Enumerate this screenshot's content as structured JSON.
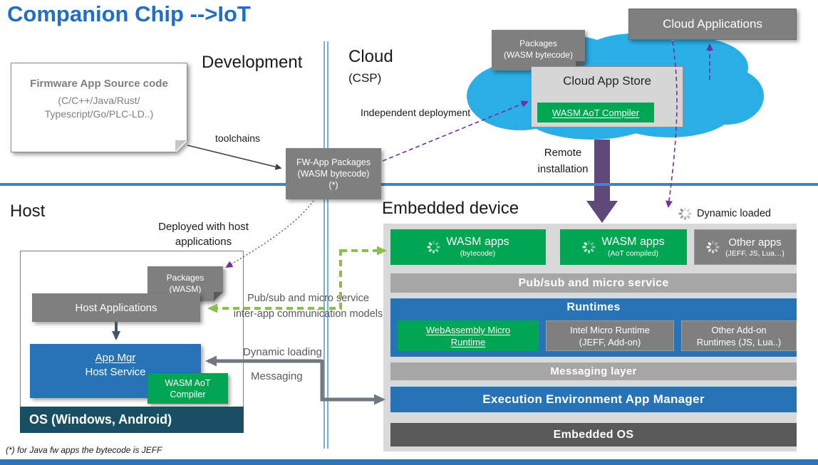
{
  "title": "Companion Chip -->IoT",
  "sections": {
    "development": "Development",
    "cloud": "Cloud",
    "csp": "(CSP)",
    "host": "Host",
    "embedded": "Embedded device"
  },
  "dev": {
    "firmware_title": "Firmware App Source code",
    "firmware_sub": "(C/C++/Java/Rust/\nTypescript/Go/PLC-LD..)",
    "toolchains": "toolchains",
    "fw_packages": "FW-App Packages\n(WASM bytecode)\n(*)"
  },
  "cloud": {
    "applications": "Cloud Applications",
    "app_store": "Cloud App Store",
    "aot_compiler": "WASM AoT Compiler",
    "packages_note": "Packages\n(WASM bytecode)",
    "independent_deployment": "Independent deployment",
    "remote_installation": "Remote\ninstallation"
  },
  "host": {
    "packages_note": "Packages\n(WASM)",
    "applications": "Host Applications",
    "app_mgr_line1": "App Mgr",
    "app_mgr_line2": "Host Service",
    "aot_compiler": "WASM AoT\nCompiler",
    "os_bar": "OS (Windows, Android)",
    "deployed_note": "Deployed with host\napplications"
  },
  "embedded": {
    "dynamic_loaded": "Dynamic loaded",
    "apps": [
      {
        "title": "WASM apps",
        "subtitle": "(bytecode)"
      },
      {
        "title": "WASM apps",
        "subtitle": "(AoT compiled)"
      },
      {
        "title": "Other apps",
        "subtitle": "(JEFF, JS, Lua…)"
      }
    ],
    "pubsub_bar": "Pub/sub and micro service",
    "runtimes_title": "Runtimes",
    "runtimes": [
      {
        "label": "WebAssembly Micro\nRuntime"
      },
      {
        "label": "Intel Micro Runtime\n(JEFF, Add-on)"
      },
      {
        "label": "Other Add-on\nRuntimes (JS, Lua..)"
      }
    ],
    "messaging_bar": "Messaging layer",
    "exec_env_bar": "Execution Environment App Manager",
    "embedded_os_bar": "Embedded OS"
  },
  "connectors": {
    "pubsub_note": "Pub/sub and micro service\ninter-app communication models",
    "dynamic_loading": "Dynamic loading",
    "messaging": "Messaging"
  },
  "footnote": "(*) for Java fw apps the bytecode is JEFF",
  "colors": {
    "title_blue": "#1F6FC4",
    "accent_blue": "#2673B8",
    "green": "#00A651",
    "gray_box": "#7F7F7F",
    "bar_gray": "#A6A6A6",
    "dark_gray": "#595959",
    "panel_gray": "#D9D9D9",
    "cloud_blue": "#29AFE5",
    "purple_arrow": "#5F497A",
    "dashed_purple": "#7030A0",
    "green_dash": "#8CBF4A",
    "slate_connector": "#6F7780",
    "os_teal": "#184F63"
  }
}
